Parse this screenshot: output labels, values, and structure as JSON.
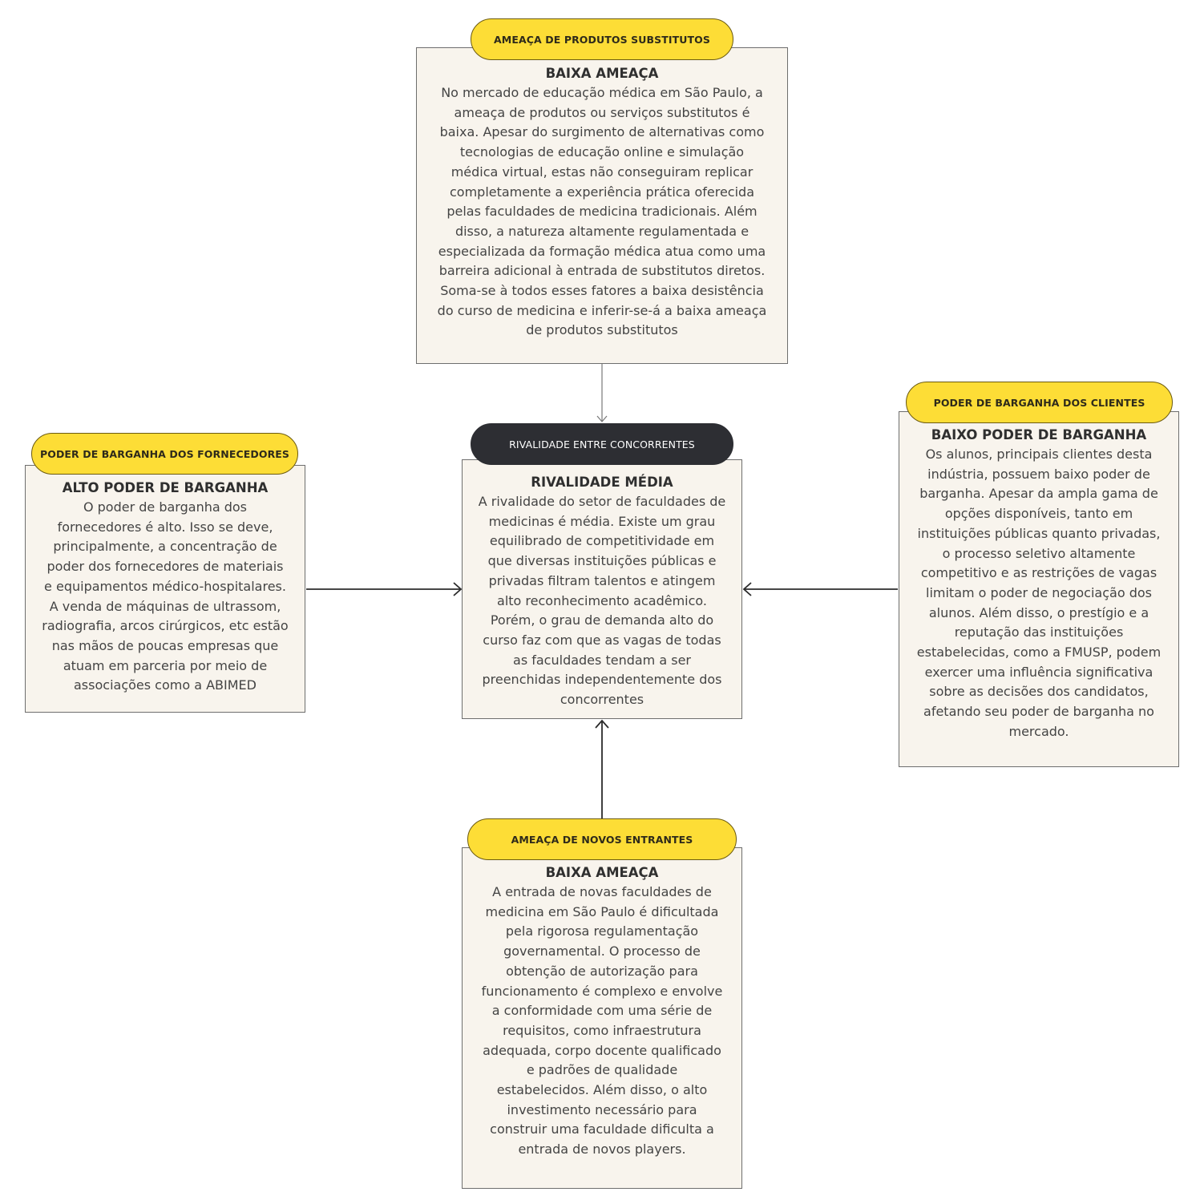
{
  "forces": {
    "substitutes": {
      "header": "AMEAÇA DE PRODUTOS SUBSTITUTOS",
      "title": "BAIXA AMEAÇA",
      "body": "No mercado de educação médica em São Paulo, a\nameaça de produtos ou serviços substitutos é\nbaixa. Apesar do surgimento de alternativas como\ntecnologias de educação online e simulação\nmédica virtual, estas não conseguiram replicar\ncompletamente a experiência prática oferecida\npelas faculdades de medicina tradicionais. Além\ndisso, a natureza altamente regulamentada e\nespecializada da formação médica atua como uma\nbarreira adicional à entrada de substitutos diretos.\nSoma-se à  todos esses fatores a baixa desistência\ndo curso de medicina e inferir-se-á a baixa ameaça\nde produtos substitutos"
    },
    "suppliers": {
      "header": "PODER DE BARGANHA DOS FORNECEDORES",
      "title": "ALTO PODER DE BARGANHA",
      "body": "O poder de barganha dos\nfornecedores é alto. Isso se deve,\nprincipalmente, a concentração de\npoder dos fornecedores de materiais\ne equipamentos médico-hospitalares.\nA venda de máquinas de ultrassom,\nradiografia, arcos cirúrgicos, etc estão\nnas mãos de poucas empresas que\natuam em parceria por meio de\nassociações como a ABIMED"
    },
    "rivalry": {
      "header": "RIVALIDADE ENTRE CONCORRENTES",
      "title": "RIVALIDADE MÉDIA",
      "body": "A rivalidade do setor de faculdades de\nmedicinas é média. Existe um grau\nequilibrado de competitividade em\nque diversas instituições públicas e\nprivadas filtram talentos e atingem\nalto reconhecimento acadêmico.\nPorém, o grau de demanda alto do\ncurso faz com que as vagas de todas\nas faculdades tendam a ser\npreenchidas independentemente dos\nconcorrentes"
    },
    "customers": {
      "header": "PODER DE BARGANHA DOS CLIENTES",
      "title": "BAIXO PODER DE BARGANHA",
      "body": "Os alunos, principais clientes desta\nindústria, possuem baixo poder de\nbarganha.  Apesar da ampla gama de\nopções disponíveis, tanto em\ninstituições públicas quanto privadas,\no processo seletivo altamente\ncompetitivo e as restrições de vagas\nlimitam o poder de negociação dos\nalunos. Além disso, o prestígio e a\nreputação das instituições\nestabelecidas, como a FMUSP, podem\nexercer uma influência significativa\nsobre as decisões dos candidatos,\nafetando seu poder de barganha no\nmercado."
    },
    "new_entrants": {
      "header": "AMEAÇA DE NOVOS ENTRANTES",
      "title": "BAIXA AMEAÇA",
      "body": "A entrada de novas faculdades de\nmedicina em São Paulo é dificultada\npela rigorosa regulamentação\ngovernamental. O processo de\nobtenção de autorização para\nfuncionamento é complexo e envolve\na conformidade com uma série de\nrequisitos, como infraestrutura\nadequada, corpo docente qualificado\ne padrões de qualidade\nestabelecidos. Além disso, o alto\ninvestimento necessário para\nconstruir uma faculdade dificulta a\nentrada de novos players."
    }
  },
  "colors": {
    "pill_yellow": "#fddd36",
    "pill_dark": "#2d2e33",
    "card_bg": "#f8f4ed",
    "arrow": "#2b2b2b"
  }
}
